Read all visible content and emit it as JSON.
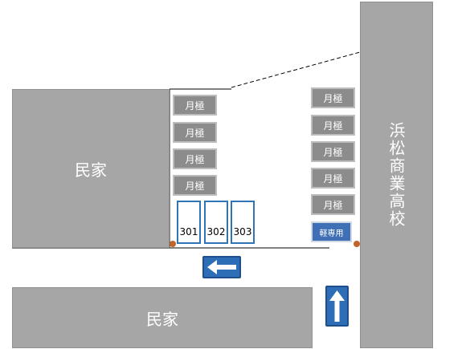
{
  "buildings": {
    "house_left": "民家",
    "house_bottom": "民家",
    "school": "浜松商業高校"
  },
  "lot": {
    "left_slots": [
      "月極",
      "月極",
      "月極",
      "月極"
    ],
    "right_slots": [
      "月極",
      "月極",
      "月極",
      "月極",
      "月極"
    ],
    "kei_slot": "軽専用",
    "numbered_slots": [
      "301",
      "302",
      "303"
    ]
  },
  "icons": {
    "one_way_left": "left-arrow-icon",
    "one_way_up": "up-arrow-icon"
  },
  "colors": {
    "building": "#a6a6a6",
    "slot": "#8c8c8c",
    "kei": "#3f6fb5",
    "sign": "#2e6eb6",
    "numbered_border": "#2f74b5",
    "dot": "#c0652b"
  }
}
